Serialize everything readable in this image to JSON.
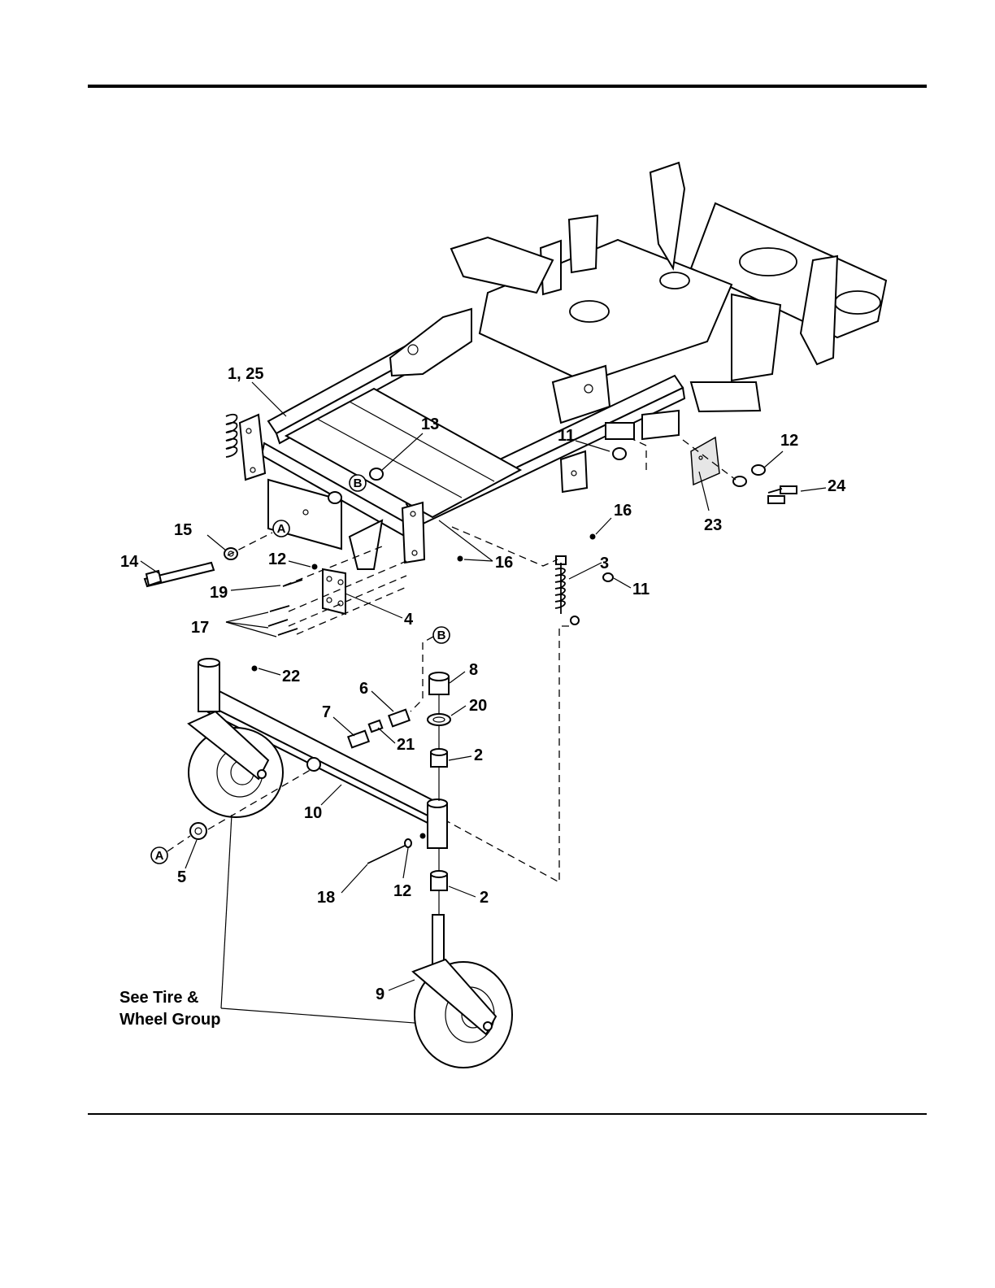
{
  "callouts": [
    {
      "id": "c-1-25",
      "text": "1, 25"
    },
    {
      "id": "c-13",
      "text": "13"
    },
    {
      "id": "c-11a",
      "text": "11"
    },
    {
      "id": "c-12a",
      "text": "12"
    },
    {
      "id": "c-24",
      "text": "24"
    },
    {
      "id": "c-23",
      "text": "23"
    },
    {
      "id": "c-16a",
      "text": "16"
    },
    {
      "id": "c-15",
      "text": "15"
    },
    {
      "id": "c-14",
      "text": "14"
    },
    {
      "id": "c-12b",
      "text": "12"
    },
    {
      "id": "c-19",
      "text": "19"
    },
    {
      "id": "c-16b",
      "text": "16"
    },
    {
      "id": "c-3",
      "text": "3"
    },
    {
      "id": "c-11b",
      "text": "11"
    },
    {
      "id": "c-17",
      "text": "17"
    },
    {
      "id": "c-4",
      "text": "4"
    },
    {
      "id": "c-22",
      "text": "22"
    },
    {
      "id": "c-8",
      "text": "8"
    },
    {
      "id": "c-6",
      "text": "6"
    },
    {
      "id": "c-20",
      "text": "20"
    },
    {
      "id": "c-7",
      "text": "7"
    },
    {
      "id": "c-21",
      "text": "21"
    },
    {
      "id": "c-2a",
      "text": "2"
    },
    {
      "id": "c-10",
      "text": "10"
    },
    {
      "id": "c-5",
      "text": "5"
    },
    {
      "id": "c-18",
      "text": "18"
    },
    {
      "id": "c-12c",
      "text": "12"
    },
    {
      "id": "c-2b",
      "text": "2"
    },
    {
      "id": "c-9",
      "text": "9"
    }
  ],
  "reference_markers": {
    "a_label": "A",
    "b_label": "B"
  },
  "note": {
    "line1": "See Tire &",
    "line2": "Wheel Group"
  }
}
